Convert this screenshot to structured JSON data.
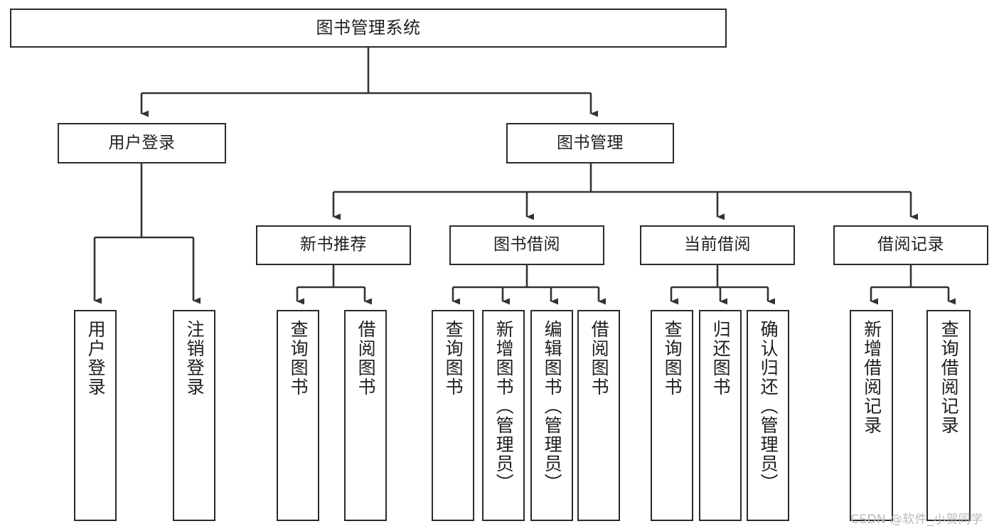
{
  "diagram": {
    "title": "图书管理系统",
    "type": "functional-structure-tree",
    "watermark": "CSDN @软件_小贺同学",
    "colors": {
      "node_border": "#2b2b2b",
      "node_fill": "#ffffff",
      "edge": "#333333",
      "background": "#ffffff",
      "watermark": "#b9b9b9"
    },
    "nodes": {
      "root": {
        "label": "图书管理系统"
      },
      "level2": [
        {
          "id": "user-login",
          "label": "用户登录"
        },
        {
          "id": "book-management",
          "label": "图书管理"
        }
      ],
      "level3": [
        {
          "id": "new-book-recommend",
          "label": "新书推荐"
        },
        {
          "id": "book-borrow",
          "label": "图书借阅"
        },
        {
          "id": "current-borrow",
          "label": "当前借阅"
        },
        {
          "id": "borrow-record",
          "label": "借阅记录"
        }
      ],
      "leaves": {
        "user_login": [
          {
            "id": "leaf-user-login",
            "label": "用户登录"
          },
          {
            "id": "leaf-logout-login",
            "label": "注销登录"
          }
        ],
        "new_book_recommend": [
          {
            "id": "leaf-query-book-1",
            "label": "查询图书"
          },
          {
            "id": "leaf-borrow-book-1",
            "label": "借阅图书"
          }
        ],
        "book_borrow": [
          {
            "id": "leaf-query-book-2",
            "label": "查询图书"
          },
          {
            "id": "leaf-add-book",
            "label": "新增图书（管理员）"
          },
          {
            "id": "leaf-edit-book",
            "label": "编辑图书（管理员）"
          },
          {
            "id": "leaf-borrow-book-2",
            "label": "借阅图书"
          }
        ],
        "current_borrow": [
          {
            "id": "leaf-query-book-3",
            "label": "查询图书"
          },
          {
            "id": "leaf-return-book",
            "label": "归还图书"
          },
          {
            "id": "leaf-confirm-return",
            "label": "确认归还（管理员）"
          }
        ],
        "borrow_record": [
          {
            "id": "leaf-add-record",
            "label": "新增借阅记录"
          },
          {
            "id": "leaf-query-record",
            "label": "查询借阅记录"
          }
        ]
      }
    }
  }
}
